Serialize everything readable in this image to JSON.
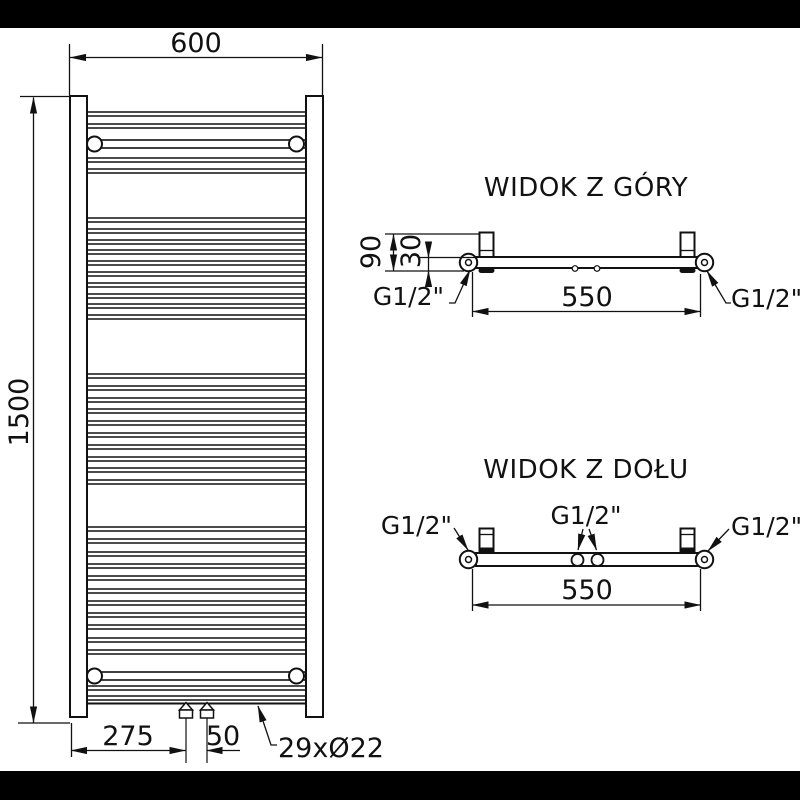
{
  "drawing": {
    "type": "towel-radiator technical drawing",
    "front": {
      "dim_width": "600",
      "dim_height": "1500",
      "dim_offset": "275",
      "dim_valve_spacing": "50",
      "tube_callout": "29xØ22"
    },
    "top_view": {
      "title": "WIDOK Z GÓRY",
      "dim_depth": "90",
      "dim_offset": "30",
      "dim_spacing": "550",
      "thread_left": "G1/2\"",
      "thread_right": "G1/2\""
    },
    "bottom_view": {
      "title": "WIDOK Z DOŁU",
      "dim_spacing": "550",
      "thread_left": "G1/2\"",
      "thread_center": "G1/2\"",
      "thread_right": "G1/2\""
    },
    "colors": {
      "line": "#111111",
      "background": "#ffffff",
      "letterbox": "#000000"
    }
  }
}
